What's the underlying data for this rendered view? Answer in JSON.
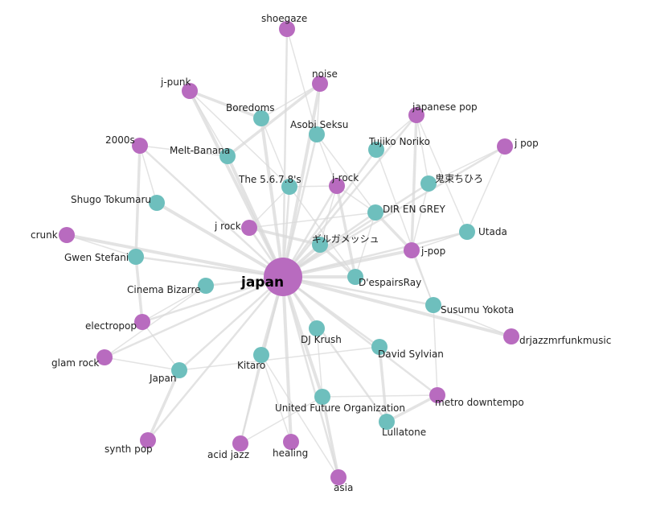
{
  "colors": {
    "tag": "#b86bbf",
    "artist": "#6ebfbd",
    "edge": "#d9d9d9"
  },
  "nodes": [
    {
      "id": "japan",
      "label": "japan",
      "kind": "tag"
    },
    {
      "id": "shoegaze",
      "label": "shoegaze",
      "kind": "tag"
    },
    {
      "id": "noise",
      "label": "noise",
      "kind": "tag"
    },
    {
      "id": "j-punk",
      "label": "j-punk",
      "kind": "tag"
    },
    {
      "id": "japanese-pop",
      "label": "japanese pop",
      "kind": "tag"
    },
    {
      "id": "2000s",
      "label": "2000s",
      "kind": "tag"
    },
    {
      "id": "j-pop-space",
      "label": "j pop",
      "kind": "tag"
    },
    {
      "id": "j-rock-hyphen",
      "label": "j-rock",
      "kind": "tag"
    },
    {
      "id": "j-rock-space",
      "label": "j rock",
      "kind": "tag"
    },
    {
      "id": "crunk",
      "label": "crunk",
      "kind": "tag"
    },
    {
      "id": "j-pop-hyphen",
      "label": "j-pop",
      "kind": "tag"
    },
    {
      "id": "electropop",
      "label": "electropop",
      "kind": "tag"
    },
    {
      "id": "glam-rock",
      "label": "glam rock",
      "kind": "tag"
    },
    {
      "id": "drjazz",
      "label": "drjazzmrfunkmusic",
      "kind": "tag"
    },
    {
      "id": "metro-downtempo",
      "label": "metro downtempo",
      "kind": "tag"
    },
    {
      "id": "synth-pop",
      "label": "synth pop",
      "kind": "tag"
    },
    {
      "id": "acid-jazz",
      "label": "acid jazz",
      "kind": "tag"
    },
    {
      "id": "healing",
      "label": "healing",
      "kind": "tag"
    },
    {
      "id": "asia",
      "label": "asia",
      "kind": "tag"
    },
    {
      "id": "boredoms",
      "label": "Boredoms",
      "kind": "artist"
    },
    {
      "id": "asobi-seksu",
      "label": "Asobi Seksu",
      "kind": "artist"
    },
    {
      "id": "tujiko-noriko",
      "label": "Tujiko Noriko",
      "kind": "artist"
    },
    {
      "id": "melt-banana",
      "label": "Melt-Banana",
      "kind": "artist"
    },
    {
      "id": "5678s",
      "label": "The 5.6.7.8's",
      "kind": "artist"
    },
    {
      "id": "onitsuka",
      "label": "鬼束ちひろ",
      "kind": "artist"
    },
    {
      "id": "shugo",
      "label": "Shugo Tokumaru",
      "kind": "artist"
    },
    {
      "id": "dir-en-grey",
      "label": "DIR EN GREY",
      "kind": "artist"
    },
    {
      "id": "utada",
      "label": "Utada",
      "kind": "artist"
    },
    {
      "id": "girugamesh",
      "label": "ギルガメッシュ",
      "kind": "artist"
    },
    {
      "id": "gwen",
      "label": "Gwen Stefani",
      "kind": "artist"
    },
    {
      "id": "cinema-bizarre",
      "label": "Cinema Bizarre",
      "kind": "artist"
    },
    {
      "id": "despairsray",
      "label": "D'espairsRay",
      "kind": "artist"
    },
    {
      "id": "susumu",
      "label": "Susumu Yokota",
      "kind": "artist"
    },
    {
      "id": "dj-krush",
      "label": "DJ Krush",
      "kind": "artist"
    },
    {
      "id": "kitaro",
      "label": "Kitaro",
      "kind": "artist"
    },
    {
      "id": "david-sylvian",
      "label": "David Sylvian",
      "kind": "artist"
    },
    {
      "id": "japan-band",
      "label": "Japan",
      "kind": "artist"
    },
    {
      "id": "ufo",
      "label": "United Future Organization",
      "kind": "artist"
    },
    {
      "id": "lullatone",
      "label": "Lullatone",
      "kind": "artist"
    }
  ],
  "edges": [
    [
      "japan",
      "j-punk"
    ],
    [
      "japan",
      "2000s"
    ],
    [
      "japan",
      "j-rock-space"
    ],
    [
      "japan",
      "crunk"
    ],
    [
      "japan",
      "electropop"
    ],
    [
      "japan",
      "glam-rock"
    ],
    [
      "japan",
      "j-pop-hyphen"
    ],
    [
      "japan",
      "japanese-pop"
    ],
    [
      "japan",
      "j-pop-space"
    ],
    [
      "japan",
      "noise"
    ],
    [
      "japan",
      "shoegaze"
    ],
    [
      "japan",
      "j-rock-hyphen"
    ],
    [
      "japan",
      "drjazz"
    ],
    [
      "japan",
      "metro-downtempo"
    ],
    [
      "japan",
      "acid-jazz"
    ],
    [
      "japan",
      "healing"
    ],
    [
      "japan",
      "asia"
    ],
    [
      "japan",
      "synth-pop"
    ],
    [
      "japan",
      "boredoms"
    ],
    [
      "japan",
      "asobi-seksu"
    ],
    [
      "japan",
      "tujiko-noriko"
    ],
    [
      "japan",
      "melt-banana"
    ],
    [
      "japan",
      "5678s"
    ],
    [
      "japan",
      "onitsuka"
    ],
    [
      "japan",
      "shugo"
    ],
    [
      "japan",
      "dir-en-grey"
    ],
    [
      "japan",
      "utada"
    ],
    [
      "japan",
      "girugamesh"
    ],
    [
      "japan",
      "gwen"
    ],
    [
      "japan",
      "cinema-bizarre"
    ],
    [
      "japan",
      "despairsray"
    ],
    [
      "japan",
      "susumu"
    ],
    [
      "japan",
      "dj-krush"
    ],
    [
      "japan",
      "kitaro"
    ],
    [
      "japan",
      "david-sylvian"
    ],
    [
      "japan",
      "japan-band"
    ],
    [
      "japan",
      "ufo"
    ],
    [
      "japan",
      "lullatone"
    ],
    [
      "shoegaze",
      "asobi-seksu"
    ],
    [
      "noise",
      "boredoms"
    ],
    [
      "noise",
      "melt-banana"
    ],
    [
      "noise",
      "asobi-seksu"
    ],
    [
      "j-punk",
      "5678s"
    ],
    [
      "j-punk",
      "melt-banana"
    ],
    [
      "j-punk",
      "boredoms"
    ],
    [
      "japanese-pop",
      "utada"
    ],
    [
      "japanese-pop",
      "onitsuka"
    ],
    [
      "japanese-pop",
      "tujiko-noriko"
    ],
    [
      "japanese-pop",
      "j-pop-hyphen"
    ],
    [
      "j-pop-space",
      "onitsuka"
    ],
    [
      "j-pop-space",
      "utada"
    ],
    [
      "2000s",
      "shugo"
    ],
    [
      "2000s",
      "gwen"
    ],
    [
      "2000s",
      "melt-banana"
    ],
    [
      "j-rock-hyphen",
      "dir-en-grey"
    ],
    [
      "j-rock-hyphen",
      "girugamesh"
    ],
    [
      "j-rock-hyphen",
      "despairsray"
    ],
    [
      "j-rock-hyphen",
      "5678s"
    ],
    [
      "j-rock-hyphen",
      "asobi-seksu"
    ],
    [
      "j-rock-space",
      "dir-en-grey"
    ],
    [
      "j-rock-space",
      "girugamesh"
    ],
    [
      "j-rock-space",
      "5678s"
    ],
    [
      "j-pop-hyphen",
      "utada"
    ],
    [
      "j-pop-hyphen",
      "onitsuka"
    ],
    [
      "j-pop-hyphen",
      "dir-en-grey"
    ],
    [
      "j-pop-hyphen",
      "susumu"
    ],
    [
      "crunk",
      "gwen"
    ],
    [
      "electropop",
      "cinema-bizarre"
    ],
    [
      "electropop",
      "gwen"
    ],
    [
      "electropop",
      "japan-band"
    ],
    [
      "glam-rock",
      "japan-band"
    ],
    [
      "glam-rock",
      "cinema-bizarre"
    ],
    [
      "synth-pop",
      "japan-band"
    ],
    [
      "drjazz",
      "susumu"
    ],
    [
      "metro-downtempo",
      "susumu"
    ],
    [
      "metro-downtempo",
      "ufo"
    ],
    [
      "metro-downtempo",
      "lullatone"
    ],
    [
      "acid-jazz",
      "ufo"
    ],
    [
      "acid-jazz",
      "kitaro"
    ],
    [
      "healing",
      "kitaro"
    ],
    [
      "asia",
      "ufo"
    ],
    [
      "asia",
      "kitaro"
    ],
    [
      "dj-krush",
      "ufo"
    ],
    [
      "david-sylvian",
      "japan-band"
    ],
    [
      "david-sylvian",
      "lullatone"
    ],
    [
      "tujiko-noriko",
      "susumu"
    ],
    [
      "asobi-seksu",
      "dir-en-grey"
    ],
    [
      "5678s",
      "despairsray"
    ],
    [
      "girugamesh",
      "despairsray"
    ],
    [
      "dir-en-grey",
      "despairsray"
    ],
    [
      "boredoms",
      "5678s"
    ]
  ]
}
